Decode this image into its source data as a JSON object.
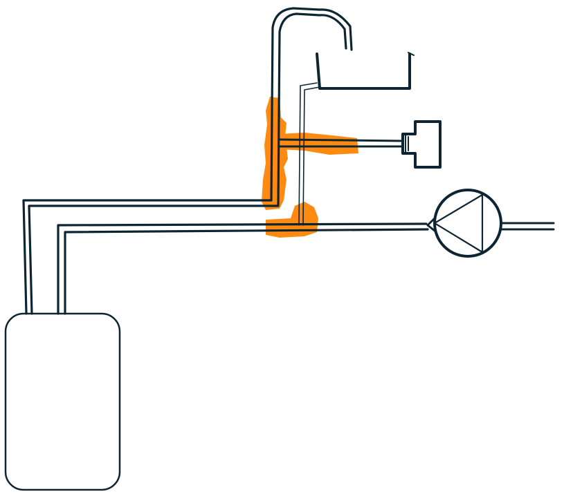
{
  "colors": {
    "line": "#0d2532",
    "highlight": "#ff8a12",
    "background": "#ffffff"
  },
  "components": [
    {
      "id": "tank",
      "icon": "rounded-tank-icon"
    },
    {
      "id": "faucet-spout",
      "icon": "faucet-spout-icon"
    },
    {
      "id": "sink-basin",
      "icon": "sink-basin-icon"
    },
    {
      "id": "outlet-fitting",
      "icon": "outlet-fitting-icon"
    },
    {
      "id": "pump",
      "icon": "pump-triangle-icon"
    }
  ],
  "highlights": [
    {
      "id": "vertical-junction"
    },
    {
      "id": "outlet-branch"
    },
    {
      "id": "lower-junction"
    }
  ]
}
